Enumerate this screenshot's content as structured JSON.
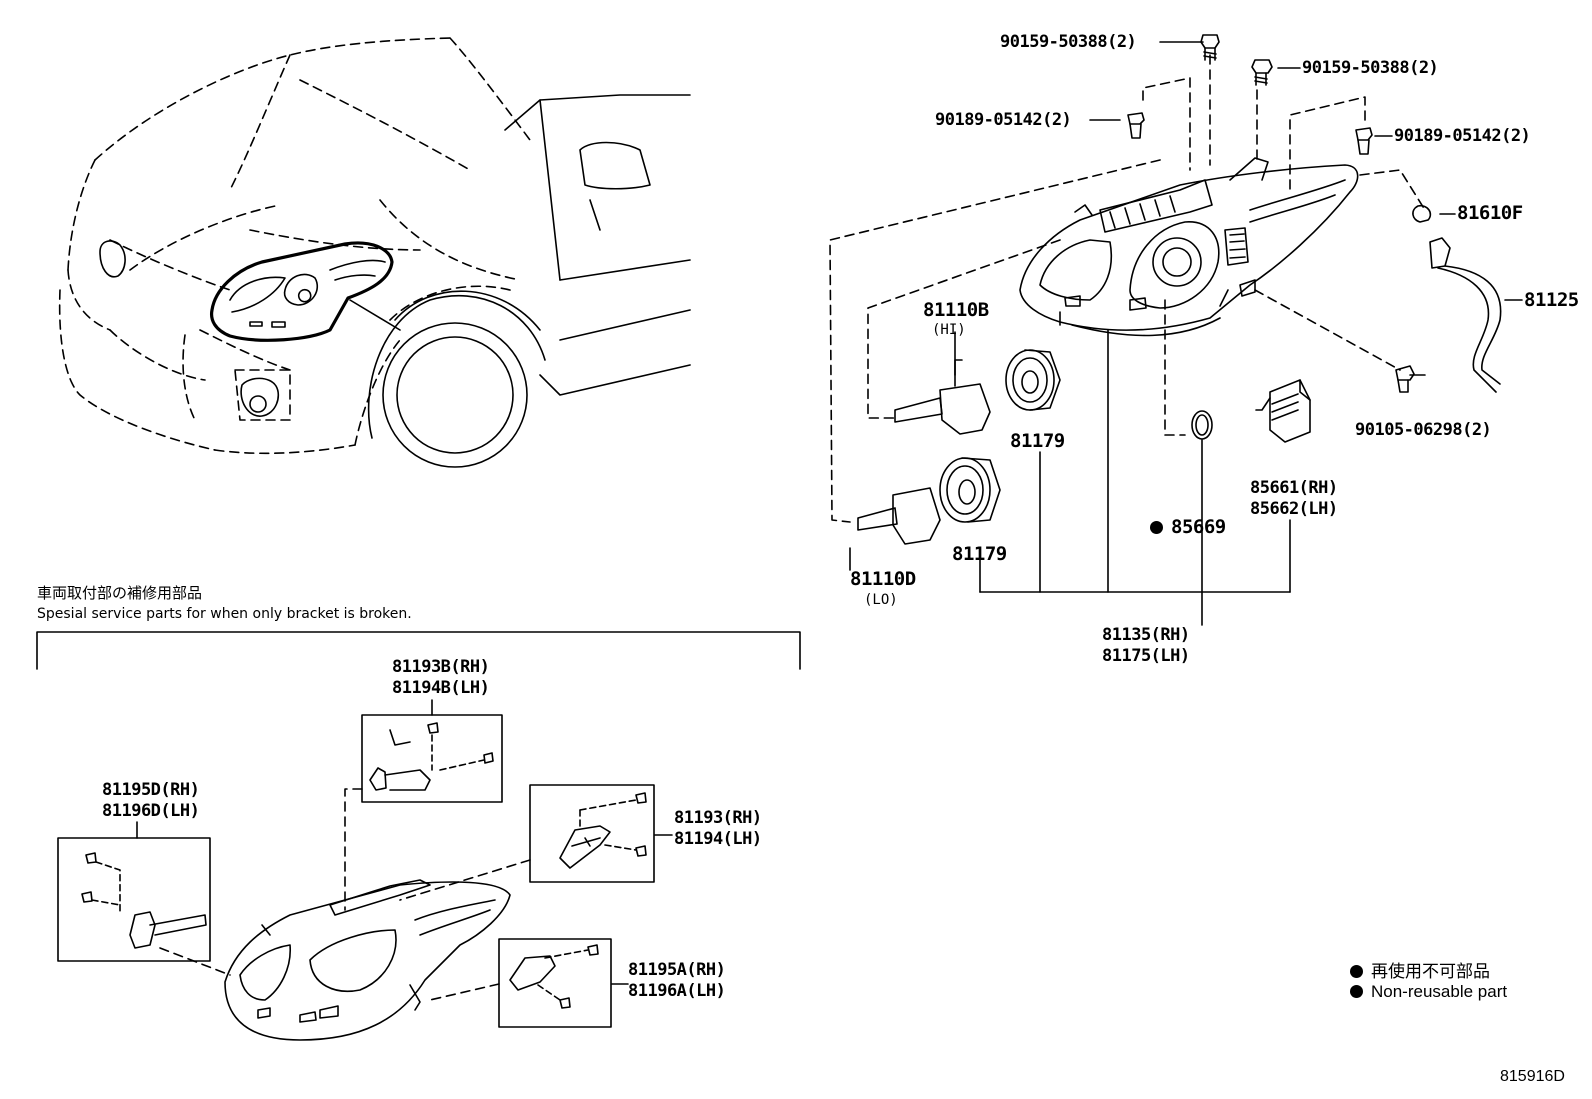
{
  "drawing_id": "815916D",
  "section": {
    "title_jp": "車両取付部の補修用部品",
    "title_en": "Spesial service parts for when only bracket is broken."
  },
  "legend": {
    "jp": "再使用不可部品",
    "en": "Non-reusable part"
  },
  "labels": {
    "bolt_90159_top": "90159-50388(2)",
    "bolt_90159_right": "90159-50388(2)",
    "clip_90189_left": "90189-05142(2)",
    "clip_90189_right": "90189-05142(2)",
    "bulb_81610f": "81610F",
    "socket_81125": "81125",
    "screw_90105": "90105-06298(2)",
    "bulb_81110b": "81110B",
    "bulb_81110b_sub": "(HI)",
    "cover_81179_a": "81179",
    "cover_81179_b": "81179",
    "bulb_81110d": "81110D",
    "bulb_81110d_sub": "(LO)",
    "gasket_85669": "85669",
    "actuator_rh": "85661(RH)",
    "actuator_lh": "85662(LH)",
    "assy_rh": "81135(RH)",
    "assy_lh": "81175(LH)",
    "bracket_b_rh": "81193B(RH)",
    "bracket_b_lh": "81194B(LH)",
    "bracket_d_rh": "81195D(RH)",
    "bracket_d_lh": "81196D(LH)",
    "bracket_rh": "81193(RH)",
    "bracket_lh": "81194(LH)",
    "bracket_a_rh": "81195A(RH)",
    "bracket_a_lh": "81196A(LH)"
  }
}
